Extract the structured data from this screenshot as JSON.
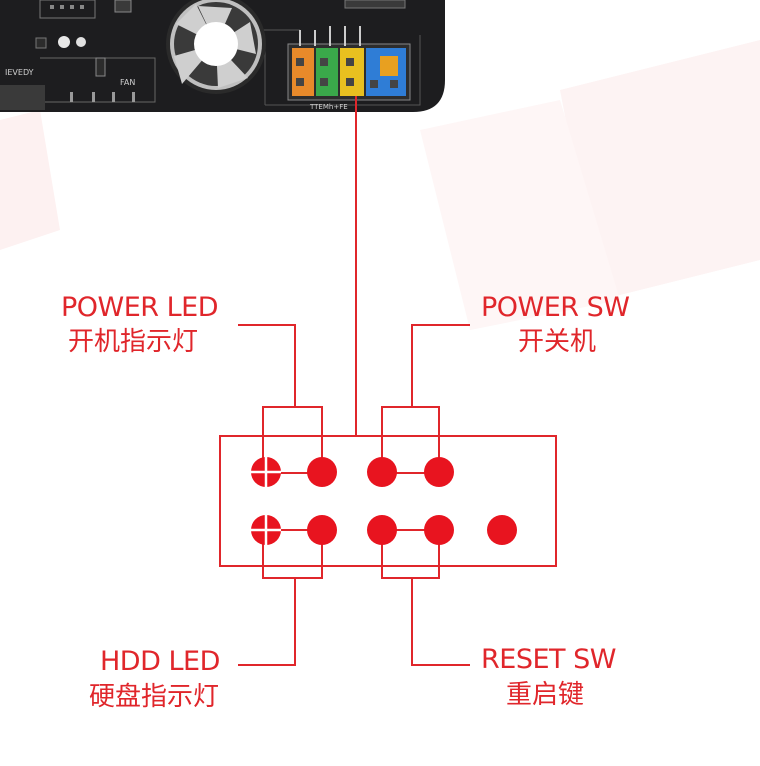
{
  "board": {
    "silk_labels": [
      "IEVEDY",
      "FAN",
      "TTEMh+FE"
    ]
  },
  "pins": {
    "top_row": [
      "plus",
      "solid",
      "solid",
      "solid"
    ],
    "bottom_row": [
      "plus",
      "solid",
      "solid",
      "solid",
      "solid"
    ]
  },
  "labels": {
    "power_led_en": "POWER LED",
    "power_led_cn": "开机指示灯",
    "power_sw_en": "POWER SW",
    "power_sw_cn": "开关机",
    "hdd_led_en": "HDD LED",
    "hdd_led_cn": "硬盘指示灯",
    "reset_sw_en": "RESET SW",
    "reset_sw_cn": "重启键"
  },
  "colors": {
    "accent": "#e0262b",
    "board": "#1d1d1f",
    "pin_fill": "#e8141f",
    "pink_bg": "#fdeeee"
  }
}
